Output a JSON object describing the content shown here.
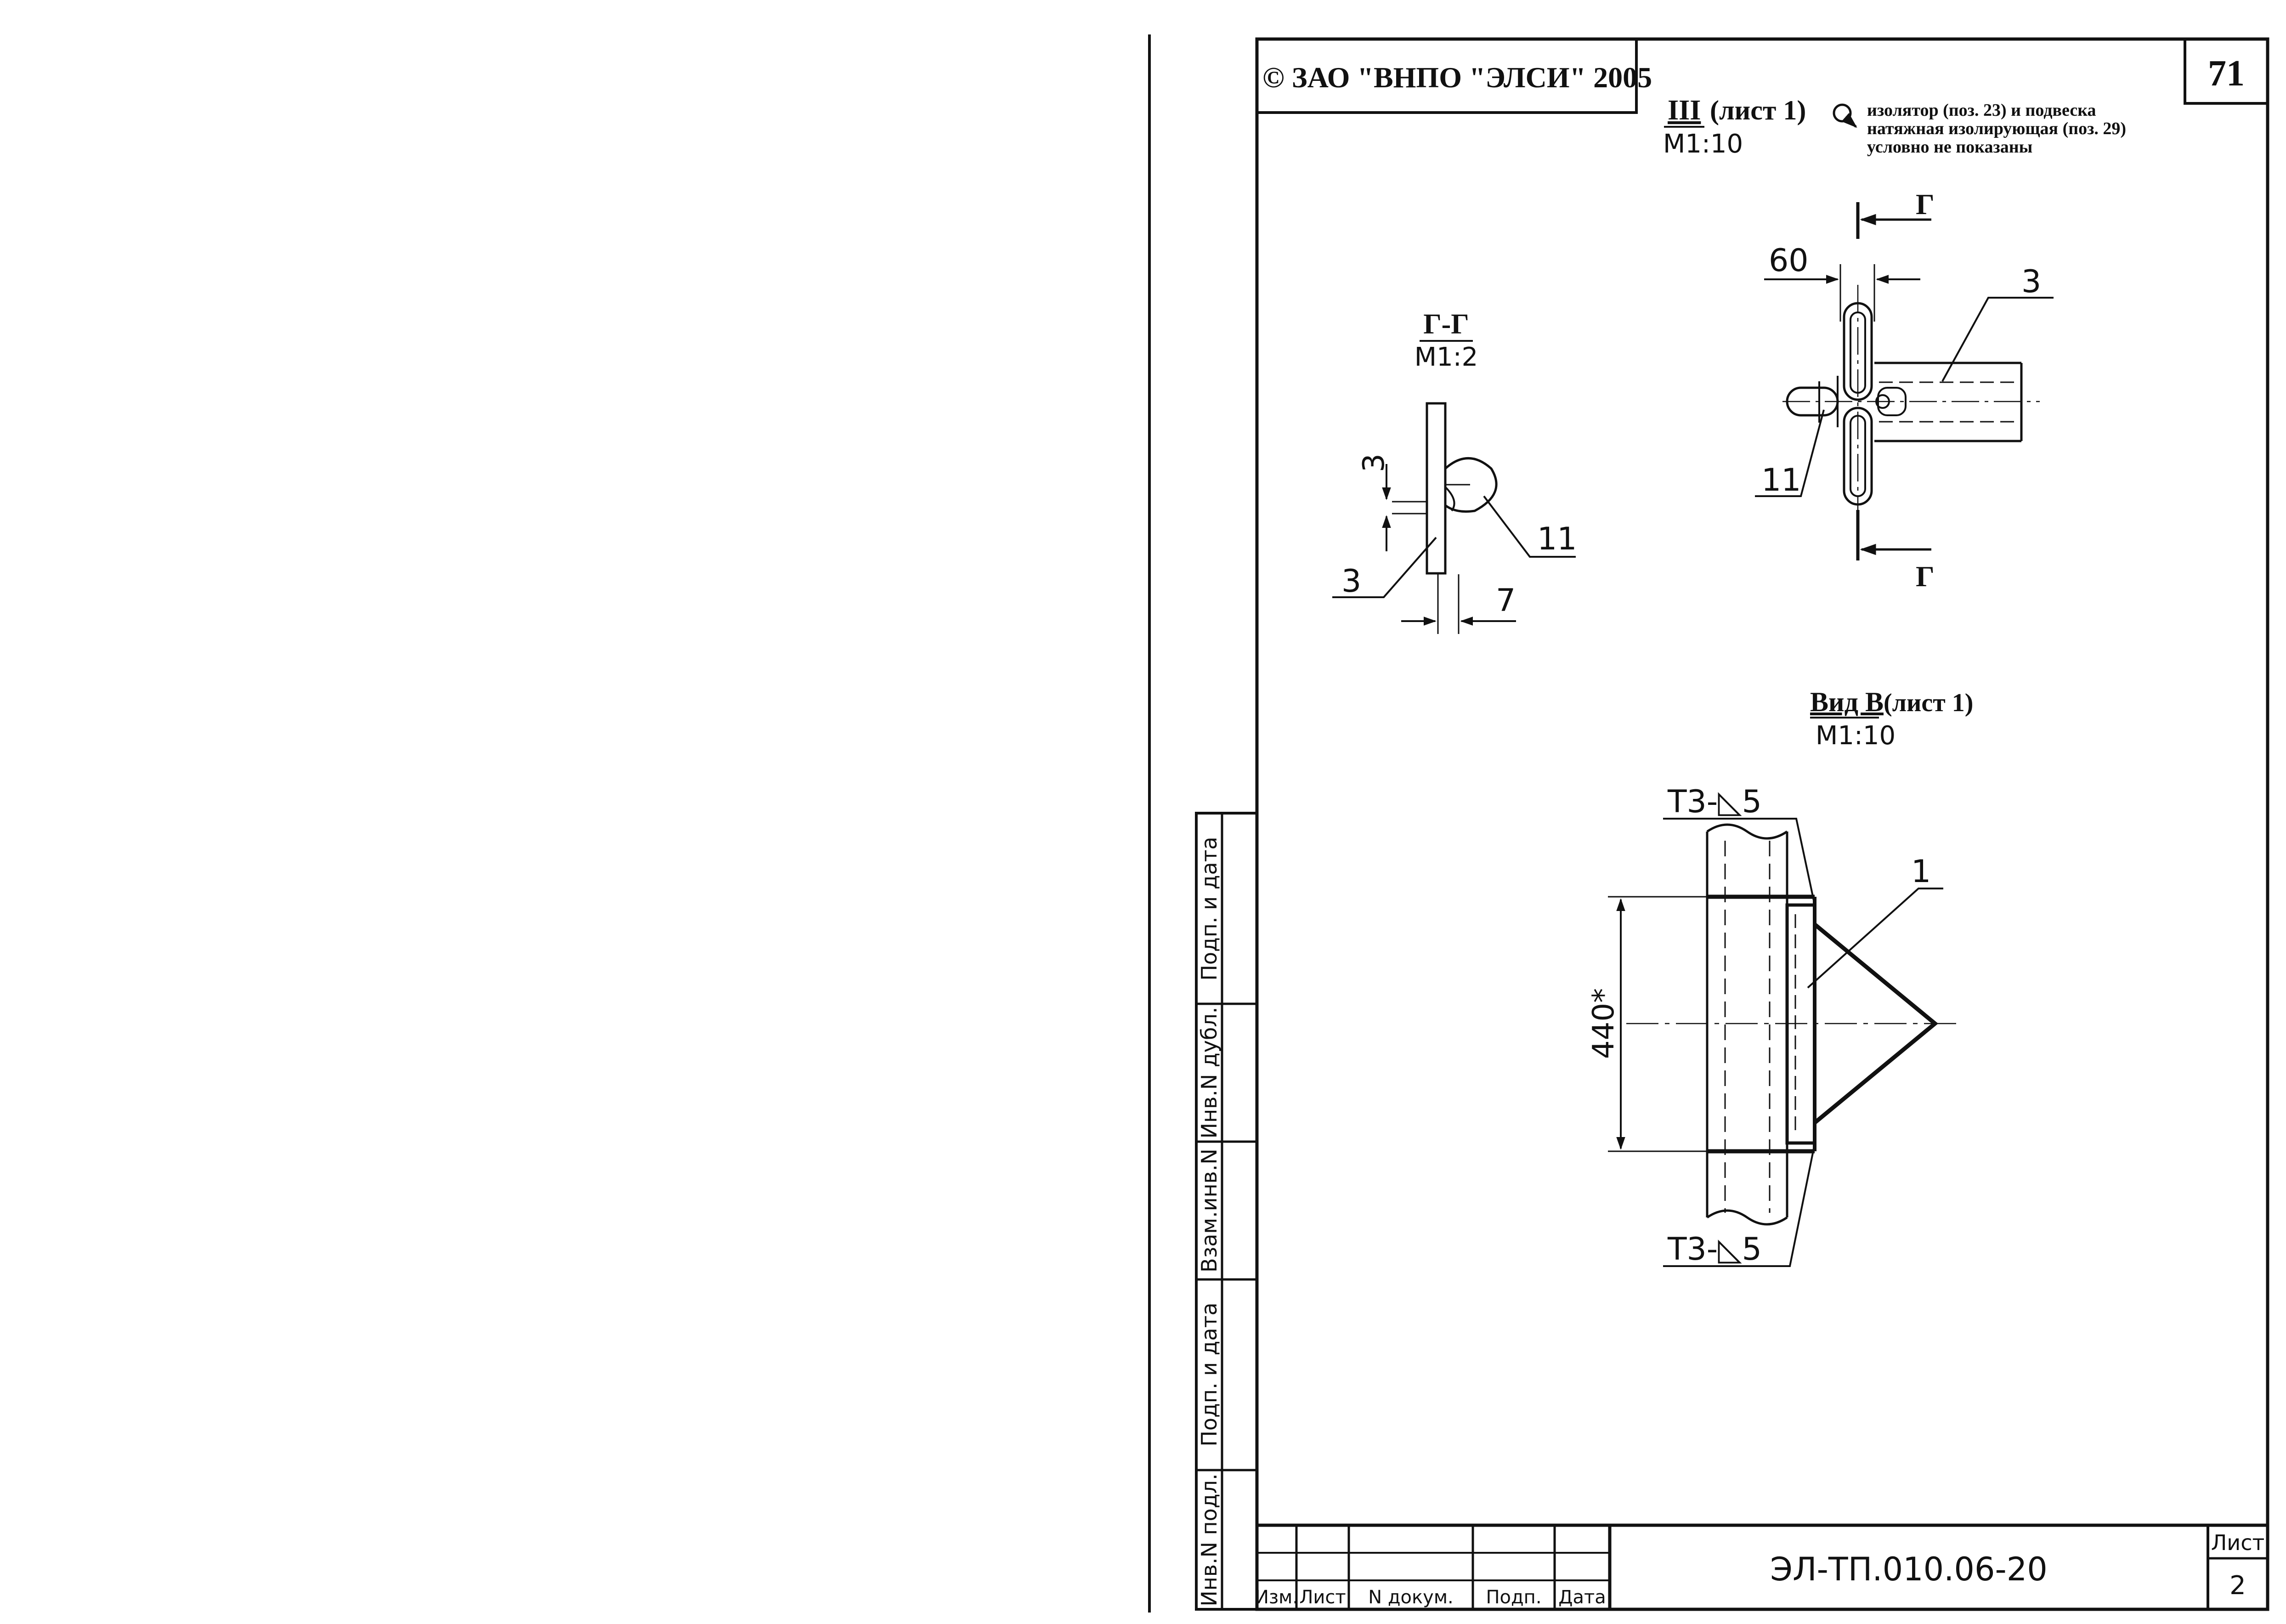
{
  "header": {
    "copyright": "© ЗАО \"ВНПО \"ЭЛСИ\" 2005",
    "page_number": "71"
  },
  "view_III": {
    "title": "III",
    "sheet_ref": "(лист 1)",
    "scale": "М1:10",
    "note_line1": "изолятор (поз. 23) и подвеска",
    "note_line2": "натяжная изолирующая (поз. 29)",
    "note_line3": "условно не показаны",
    "dim_60": "60",
    "pos_3": "3",
    "pos_11": "11",
    "cut_letter_top": "Г",
    "cut_letter_bottom": "Г"
  },
  "section_GG": {
    "title": "Г-Г",
    "scale": "М1:2",
    "dim_3_vertical": "3",
    "pos_3": "3",
    "pos_11": "11",
    "dim_7": "7"
  },
  "view_B": {
    "title": "Вид В",
    "sheet_ref": "(лист 1)",
    "scale": "М1:10",
    "weld_top": "Т3-◺5",
    "weld_bottom": "Т3-◺5",
    "pos_1": "1",
    "dim_440": "440*"
  },
  "side_stamp": {
    "podp_data_1": "Подп. и дата",
    "inv_dubl": "Инв.N дубл.",
    "vzam_inv": "Взам.инв.N",
    "podp_data_2": "Подп. и дата",
    "inv_podl": "Инв.N подл."
  },
  "title_block": {
    "col_izm": "Изм.",
    "col_list": "Лист",
    "col_ndokum": "N докум.",
    "col_podp": "Подп.",
    "col_data": "Дата",
    "designation": "ЭЛ-ТП.010.06-20",
    "sheet_label": "Лист",
    "sheet_number": "2"
  }
}
